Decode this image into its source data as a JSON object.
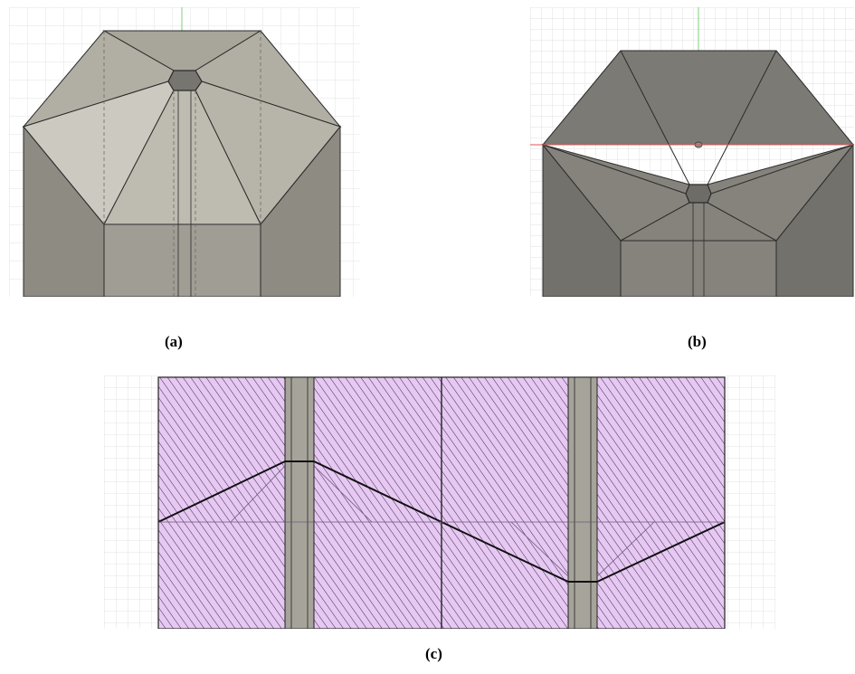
{
  "captions": {
    "a": "(a)",
    "b": "(b)",
    "c": "(c)"
  },
  "colors": {
    "background": "#ffffff",
    "grid": "#dcdcdc",
    "grid_major": "#c8c8c8",
    "body_face": "#9d9a91",
    "body_face_dark": "#8e8b83",
    "roof_light": "#c9c6bd",
    "roof_mid": "#b4b1a7",
    "roof_dark": "#a8a59b",
    "panel_b_face": "#7a7872",
    "panel_b_light": "#8c8a83",
    "section_fill": "#e6c8f2",
    "hatch": "#2a1f3a",
    "edge": "#2b2b2b",
    "axis_red": "#e0555a",
    "axis_green": "#7fd07f"
  }
}
